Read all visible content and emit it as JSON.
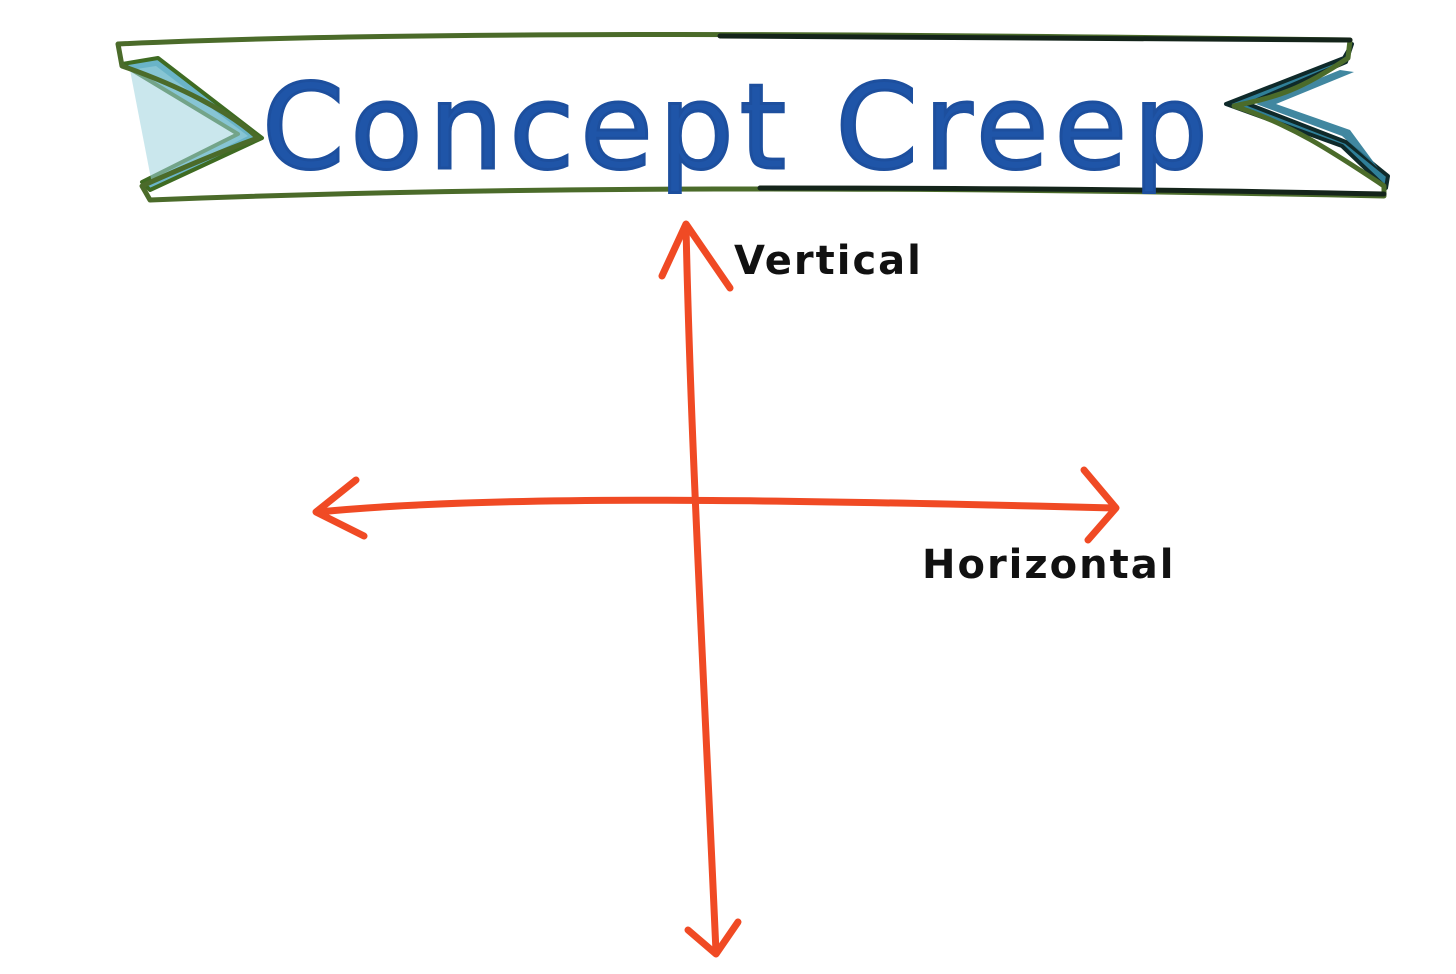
{
  "banner": {
    "title": "Concept Creep",
    "colors": {
      "title": "#1f55a8",
      "border": "#5a7a2a",
      "ribbon_tail": "#5aa7bd"
    }
  },
  "axes": {
    "vertical_label": "Vertical",
    "horizontal_label": "Horizontal",
    "color": "#f04a24"
  }
}
